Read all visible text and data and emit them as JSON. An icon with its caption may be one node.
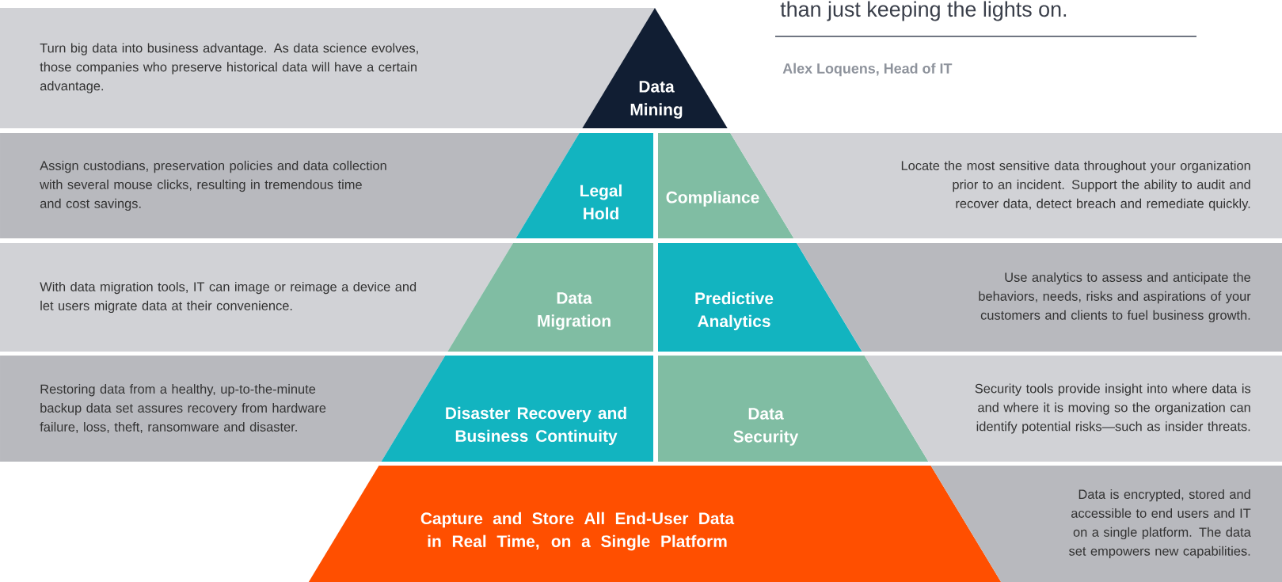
{
  "diagram": {
    "nodes": [
      {
        "text": [
          "Turn big data into business advantage. As data science evolves, those companies who preserve historical data will have a certain advantage."
        ]
      },
      {
        "text": [
          "Data Mining"
        ]
      },
      {
        "text": [
          "Assign custodians, preservation policies and data collection with several mouse clicks, resulting in tremendous time and cost savings."
        ]
      },
      {
        "text": [
          "Legal Hold"
        ]
      },
      {
        "text": [
          "Compliance"
        ]
      },
      {
        "text": [
          "Locate the most sensitive data throughout your organization prior to an incident. Support the ability to audit and recover data, detect breach and remediate quickly."
        ]
      },
      {
        "text": [
          "With data migration tools, IT can image or reimage a device and let users migrate data at their convenience."
        ]
      },
      {
        "text": [
          "Data Migration"
        ]
      },
      {
        "text": [
          "Predictive Analytics"
        ]
      },
      {
        "text": [
          "Use analytics to assess and anticipate the behaviors, needs, risks and aspirations of your customers and clients to fuel business growth."
        ]
      },
      {
        "text": [
          "Restoring data from a healthy, up-to-the-minute backup data set assures recovery from hardware failure, loss, theft, ransomware and disaster."
        ]
      },
      {
        "text": [
          "Disaster Recovery and Business Continuity"
        ]
      },
      {
        "text": [
          "Data Security"
        ]
      },
      {
        "text": [
          "Security tools provide insight into where data is and where it is moving so the organization can identify potential risks—such as insider threats."
        ]
      },
      {
        "text": [
          "Capture and Store All End-User Data in Real Time, on a Single Platform"
        ]
      },
      {
        "text": [
          "Data is encrypted, stored and accessible to end users and IT on a single platform. The data set empowers new capabilities."
        ]
      }
    ],
    "labels": [
      "than just keeping the lights on.",
      "Alex Loquens, Head of IT"
    ]
  }
}
